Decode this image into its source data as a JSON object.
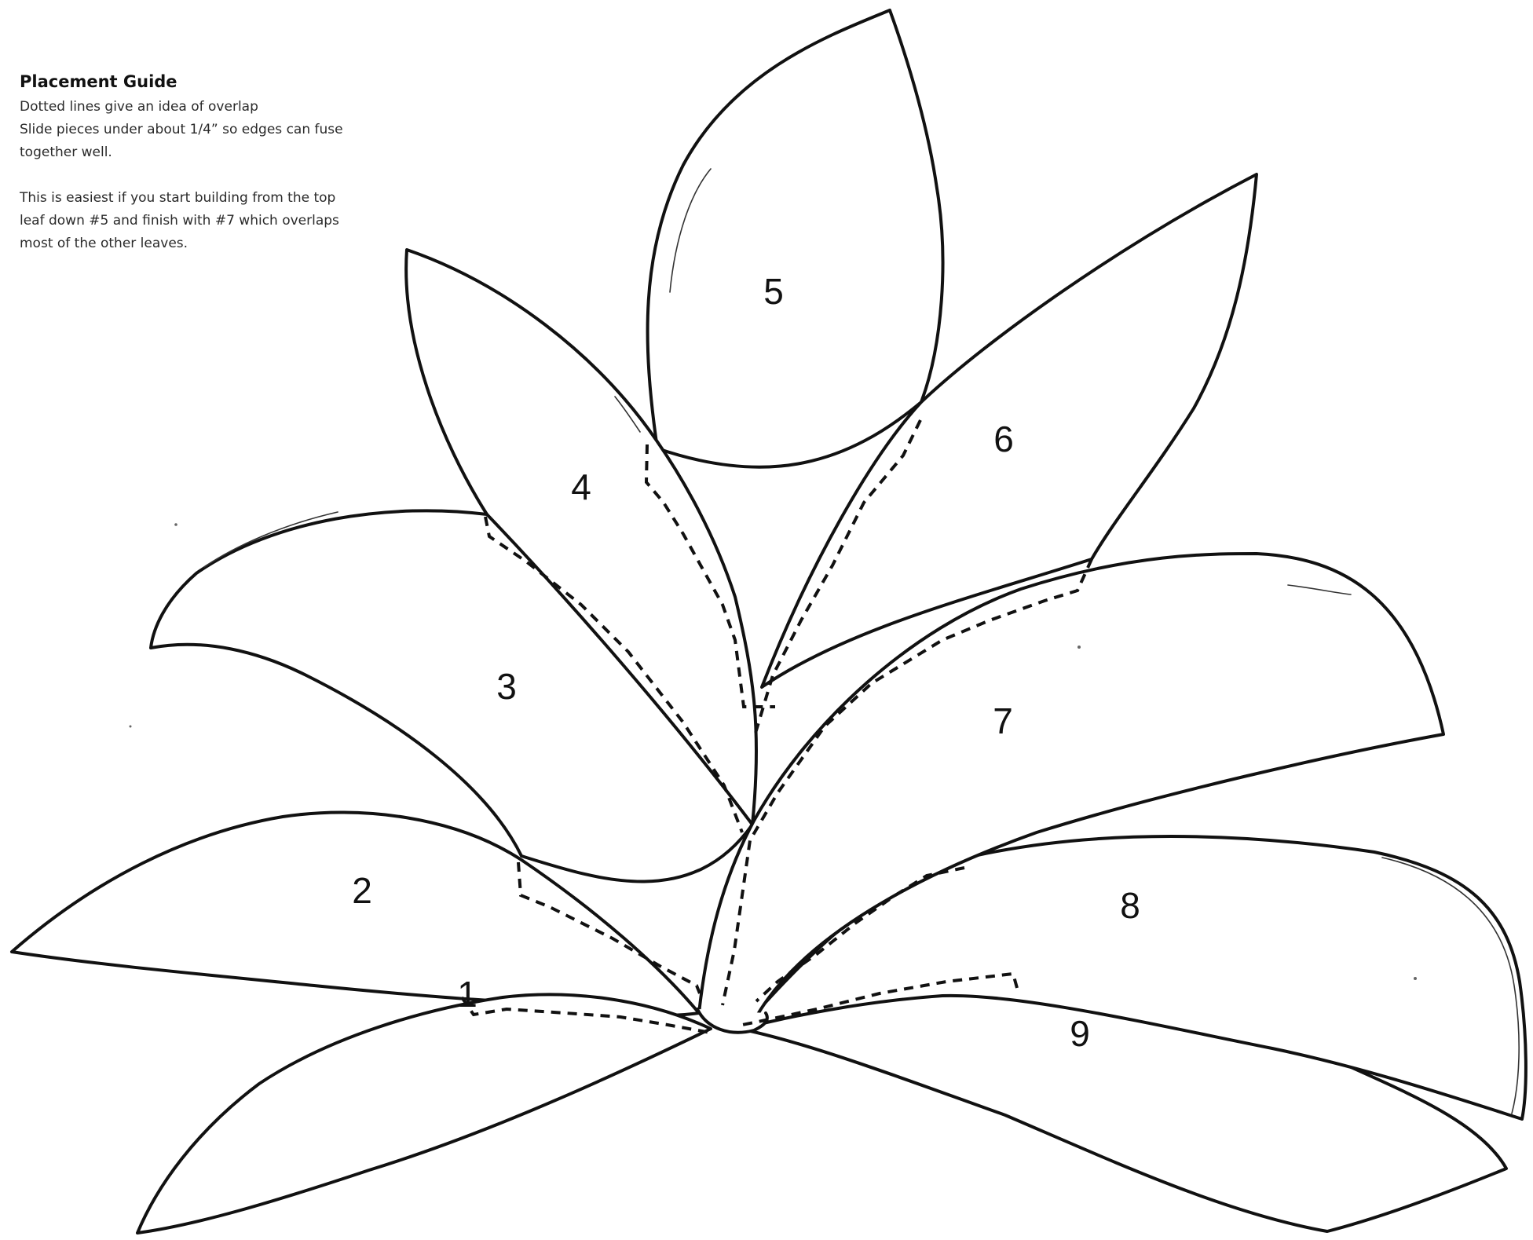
{
  "guide": {
    "title": "Placement Guide",
    "lines": [
      "Dotted lines give an idea of overlap",
      "Slide pieces under about 1/4” so edges can fuse",
      "together well.",
      "This is easiest if you start building from the top",
      "leaf down #5 and finish with #7 which overlaps",
      "most of the other leaves."
    ]
  },
  "leaves": [
    {
      "number": "1"
    },
    {
      "number": "2"
    },
    {
      "number": "3"
    },
    {
      "number": "4"
    },
    {
      "number": "5"
    },
    {
      "number": "6"
    },
    {
      "number": "7"
    },
    {
      "number": "8"
    },
    {
      "number": "9"
    }
  ]
}
